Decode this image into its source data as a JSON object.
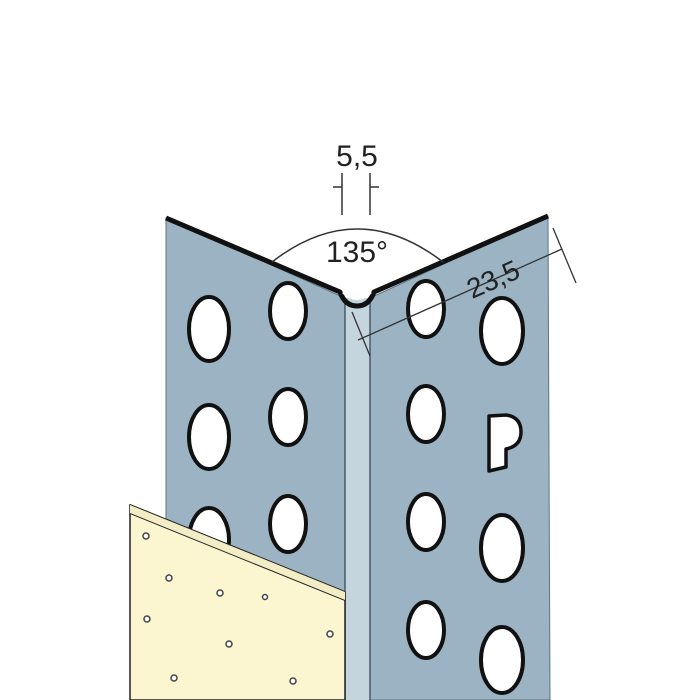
{
  "diagram": {
    "subject": "Perforated corner bead profile",
    "dimensions": {
      "nose_width": "5,5",
      "angle": "135°",
      "leg_length": "23,5"
    },
    "logo_glyph": "P",
    "colors": {
      "background": "#ffffff",
      "profile_steel": "#9bb3c2",
      "profile_edge_light": "#c4d5de",
      "outline": "#111111",
      "plaster": "#fbf6cf",
      "dimension_line": "#333333"
    }
  }
}
